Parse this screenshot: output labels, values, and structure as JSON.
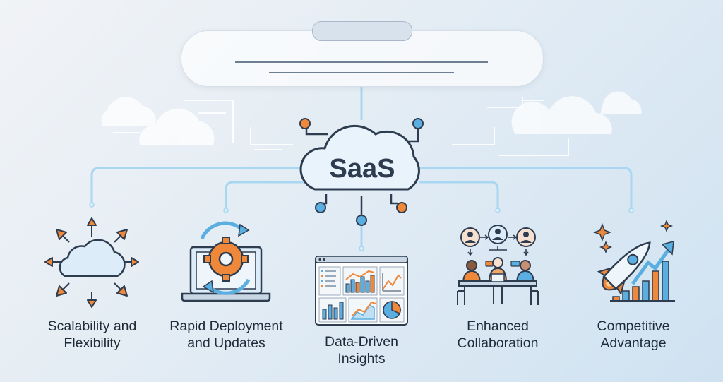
{
  "center": {
    "label": "SaaS"
  },
  "benefits": [
    {
      "label": "Scalability and\nFlexibility",
      "icon": "scale-arrows-cloud-icon"
    },
    {
      "label": "Rapid Deployment\nand Updates",
      "icon": "laptop-gear-sync-icon"
    },
    {
      "label": "Data-Driven\nInsights",
      "icon": "dashboard-charts-icon"
    },
    {
      "label": "Enhanced\nCollaboration",
      "icon": "team-collaboration-icon"
    },
    {
      "label": "Competitive\nAdvantage",
      "icon": "rocket-growth-icon"
    }
  ],
  "colors": {
    "accent_orange": "#f0883a",
    "accent_blue": "#5aaee0",
    "outline": "#2e3c50",
    "connector": "#a9d6f0"
  }
}
